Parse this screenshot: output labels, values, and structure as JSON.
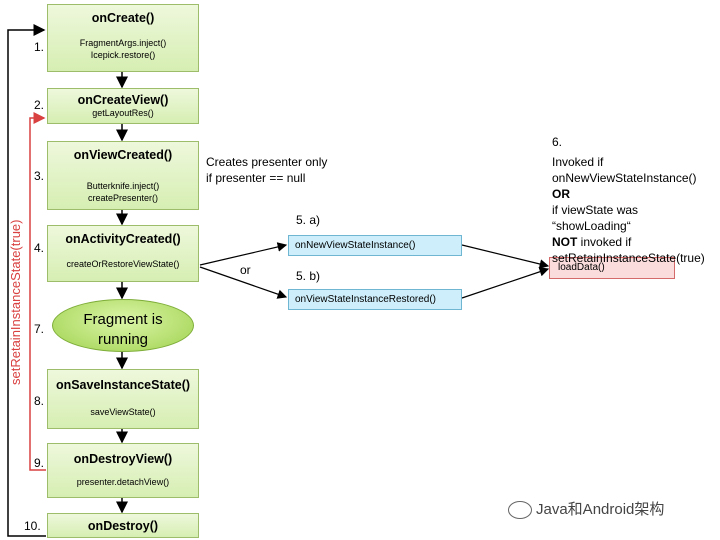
{
  "steps": [
    {
      "num": "1.",
      "title": "onCreate()",
      "subs": [
        "FragmentArgs.inject()",
        "Icepick.restore()"
      ]
    },
    {
      "num": "2.",
      "title": "onCreateView()",
      "subs": [
        "getLayoutRes()"
      ]
    },
    {
      "num": "3.",
      "title": "onViewCreated()",
      "subs": [
        "Butterknife.inject()",
        "createPresenter()"
      ]
    },
    {
      "num": "4.",
      "title": "onActivityCreated()",
      "subs": [
        "createOrRestoreViewState()"
      ]
    },
    {
      "num": "7.",
      "title": "Fragment is running"
    },
    {
      "num": "8.",
      "title": "onSaveInstanceState()",
      "subs": [
        "saveViewState()"
      ]
    },
    {
      "num": "9.",
      "title": "onDestroyView()",
      "subs": [
        "presenter.detachView()"
      ]
    },
    {
      "num": "10.",
      "title": "onDestroy()"
    }
  ],
  "presenter_note": [
    "Creates presenter only",
    "if presenter == null"
  ],
  "branch": {
    "a_label": "5. a)",
    "a_box": "onNewViewStateInstance()",
    "or": "or",
    "b_label": "5. b)",
    "b_box": "onViewStateInstanceRestored()"
  },
  "load_data": "loadData()",
  "note6": {
    "num": "6.",
    "line1": "Invoked if",
    "line2": "onNewViewStateInstance()",
    "or": "OR",
    "line3": "if viewState was",
    "line4": "“showLoading“",
    "not": "NOT",
    "line5_rest": " invoked if",
    "line6": "setRetainInstanceState(true)"
  },
  "retain_label": "setRetainInstanceState(true)",
  "watermark": "Java和Android架构",
  "colors": {
    "green_fill": "#d6eeb2",
    "blue_fill": "#cdeefa",
    "red_fill": "#fadcdc",
    "red_line": "#d94040"
  }
}
